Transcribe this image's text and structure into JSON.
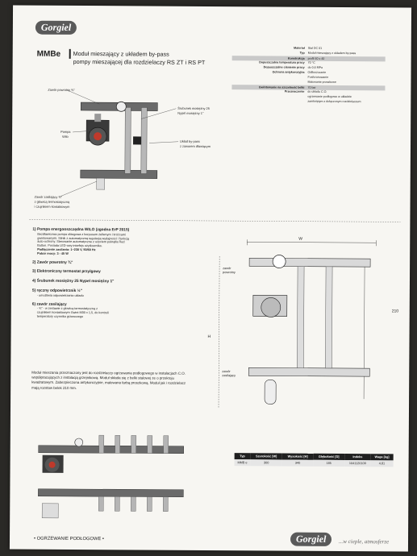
{
  "brand": {
    "name": "Gorgiel",
    "slogan": "...w cieple, atmosferze"
  },
  "header": {
    "code": "MMBe",
    "title_l1": "Moduł mieszający z układem by-pass",
    "title_l2": "pompy mieszającej dla rozdzielaczy RS ZT i RS PT"
  },
  "specs": [
    {
      "k": "Materiał",
      "v": "Stal DC 01",
      "shade": false
    },
    {
      "k": "Typ",
      "v": "Moduł mieszający z układem by-pass",
      "shade": false
    },
    {
      "k": "Konstrukcja",
      "v": "profil 40 x 40",
      "shade": true
    },
    {
      "k": "Dopuszczalna temperatura pracy",
      "v": "70 °C",
      "shade": false
    },
    {
      "k": "Dopuszczalne ciśnienie pracy",
      "v": "do 0,6 MPa",
      "shade": false
    },
    {
      "k": "Ochrona antykorozyjna",
      "v": "Odtłuszczanie",
      "shade": false
    },
    {
      "k": "",
      "v": "Fosforanowanie",
      "shade": false
    },
    {
      "k": "",
      "v": "Malowanie proszkowe",
      "shade": false
    },
    {
      "k": "Gwintowanie na szczelność belki",
      "v": "70 bar",
      "shade": true
    },
    {
      "k": "Przeznaczenie",
      "v": "do układu C.O.",
      "shade": false
    },
    {
      "k": "",
      "v": "ogrzewanie podłogowe w układzie",
      "shade": false
    },
    {
      "k": "",
      "v": "zamkniętym z dołączonym rozdzielaczem",
      "shade": false
    }
  ],
  "diagram_labels": {
    "return_valve": "Zawór powrotny ¾\"",
    "pump": "Pompa",
    "pump2": "Wilo",
    "nipple_l1": "Śrubunek mosiężny 25",
    "nipple_l2": "Nypel mosiężny 1\"",
    "bypass_l1": "Układ by-pass",
    "bypass_l2": "z zaworem dławiącym",
    "supply_l1": "Zawór zasilający ¾\"",
    "supply_l2": "z głowicą termostatyczną",
    "supply_l3": "i czujnikiem kontaktowym"
  },
  "list": [
    {
      "title": "1) Pompa energooszczędna WILO (zgodna ErP 2015)",
      "lines": [
        "Bezdławicowa pompa obiegowa z korpusem żeliwnym i króćcami",
        "gwintowanymi. Silnik z automatyczną regulacją wydajności i funkcją",
        "auto-ochrony. Sterowanie automatyczne z użyciem pokrętła Red",
        "Button. Posiada LED-owy interfejs użytkownika."
      ],
      "extra1": "Podłączenie zasilania: 1~230 V, 50/60 Hz",
      "extra2": "Pobór mocy: 3 - 45 W"
    },
    {
      "title": "2) Zawór powrotny ¾\"",
      "lines": []
    },
    {
      "title": "3) Elektroniczny termostat przylgowy",
      "lines": []
    },
    {
      "title": "4) Śrubunek mosiężny 25 Nypel mosiężny 1\"",
      "lines": []
    },
    {
      "title": "5) ręczny odpowietrznik ½\"",
      "lines": [
        "- umożliwia odpowietrzanie układu"
      ]
    },
    {
      "title": "6) zawór zasilający",
      "lines": [
        "- ¾\" - w zestawie z głowicą termostatyczną z",
        "czujnikiem kontaktowym Gwint M30 x 1,5, do kontroli",
        "temperatury czynnika grzewczego"
      ]
    }
  ],
  "para": "Moduł mieszania przeznaczony jest do rozdzielaczy ogrzewania podłogowego w instalacjach C.O. współpracujących z instalacją grzejnikową. Moduł składa się z belki stalowej ze o przekroju kwadratowym. Zabezpieczona antykorozyjnie, malowana farbą proszkową. Moduł jak i rozdzielacz mają rozstaw belek 210 mm.",
  "dims": {
    "w": "W",
    "h": "H",
    "spacing": "210",
    "return": "zawór powrotny",
    "supply": "zawór zasilający"
  },
  "table": {
    "headers": [
      "Typ",
      "Szerokość [W]",
      "Wysokość [H]",
      "Głębokość [D]",
      "Indeks",
      "Waga [kg]"
    ],
    "rows": [
      [
        "MMB e",
        "300",
        "340",
        "185",
        "1041120109",
        "4,81"
      ]
    ]
  },
  "footer": {
    "left": "• OGRZEWANIE PODŁOGOWE •"
  }
}
